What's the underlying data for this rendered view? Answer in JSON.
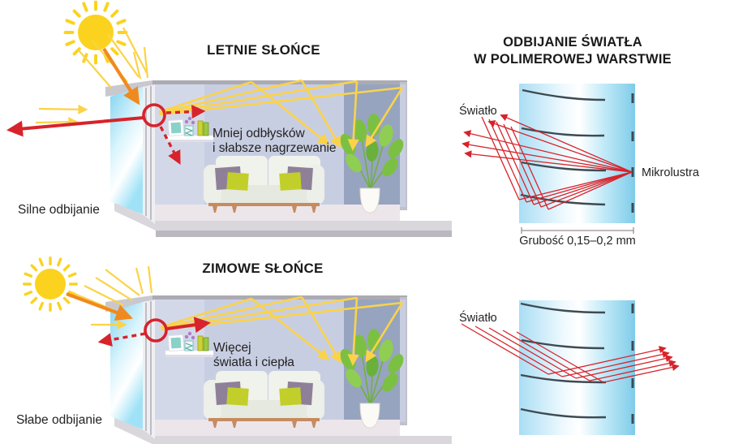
{
  "titles": {
    "summer": "LETNIE SŁOŃCE",
    "winter": "ZIMOWE SŁOŃCE",
    "polymer_line1": "ODBIJANIE ŚWIATŁA",
    "polymer_line2": "W POLIMEROWEJ WARSTWIE"
  },
  "labels": {
    "strong_reflection": "Silne odbijanie",
    "weak_reflection": "Słabe odbijanie",
    "summer_note_line1": "Mniej odbłysków",
    "summer_note_line2": "i słabsze nagrzewanie",
    "winter_note_line1": "Więcej",
    "winter_note_line2": "światła i ciepła",
    "light_top": "Światło",
    "light_bottom": "Światło",
    "micromirrors": "Mikrolustra",
    "thickness": "Grubość 0,15–0,2 mm"
  },
  "colors": {
    "ray_red": "#D7232B",
    "sun_orange_arrow": "#F08A1E",
    "sun_yellow": "#FBD31E",
    "ray_yellow": "#FBD348",
    "polymer_blue_edge": "#7FCBE9",
    "polymer_blue_light": "#F4FBFE",
    "micromirror_line": "#3E4A52",
    "wall": "#C8CEE2",
    "wall_right": "#96A4BF",
    "glass_cyan": "#8FD9F4",
    "pillow_purple": "#8F8099",
    "pillow_green": "#C2CF2B",
    "leaf_green": "#7CC043"
  }
}
